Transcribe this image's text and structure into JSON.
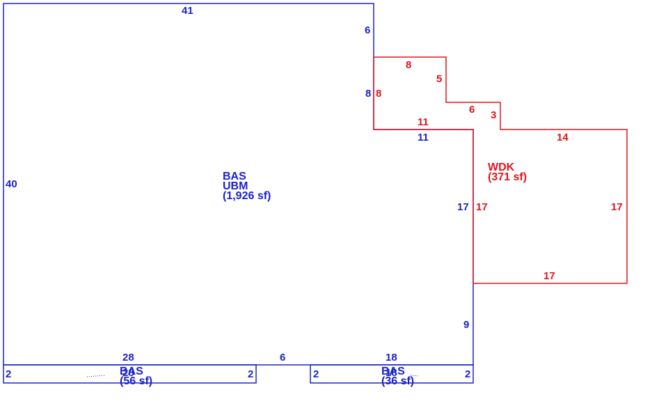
{
  "colors": {
    "main": "#1a22cc",
    "deck": "#e0141c"
  },
  "areas": {
    "main": {
      "code": "BAS",
      "sub": "UBM",
      "size": "(1,926 sf)"
    },
    "deck": {
      "code": "WDK",
      "size": "(371 sf)"
    },
    "left_porch": {
      "code": "BAS",
      "size": "(56 sf)"
    },
    "right_porch": {
      "code": "BAS",
      "size": "(36 sf)"
    }
  },
  "dimensions": {
    "main_top": "41",
    "main_left": "40",
    "main_right_upper": "6",
    "main_notch_side": "8",
    "main_notch_bottom": "11",
    "main_right_mid": "17",
    "main_right_lower": "9",
    "main_bottom_left": "28",
    "main_bottom_gap": "6",
    "main_bottom_right": "18",
    "deck_top_1": "8",
    "deck_step_1": "5",
    "deck_top_2": "6",
    "deck_step_2": "3",
    "deck_top_3": "14",
    "deck_right": "17",
    "deck_bottom": "17",
    "deck_left_notch": "8",
    "deck_notch_bottom": "11",
    "deck_left": "17",
    "lp_left": "2",
    "lp_right": "2",
    "lp_overlap": "28",
    "rp_left": "2",
    "rp_right": "2",
    "rp_overlap": "18"
  }
}
